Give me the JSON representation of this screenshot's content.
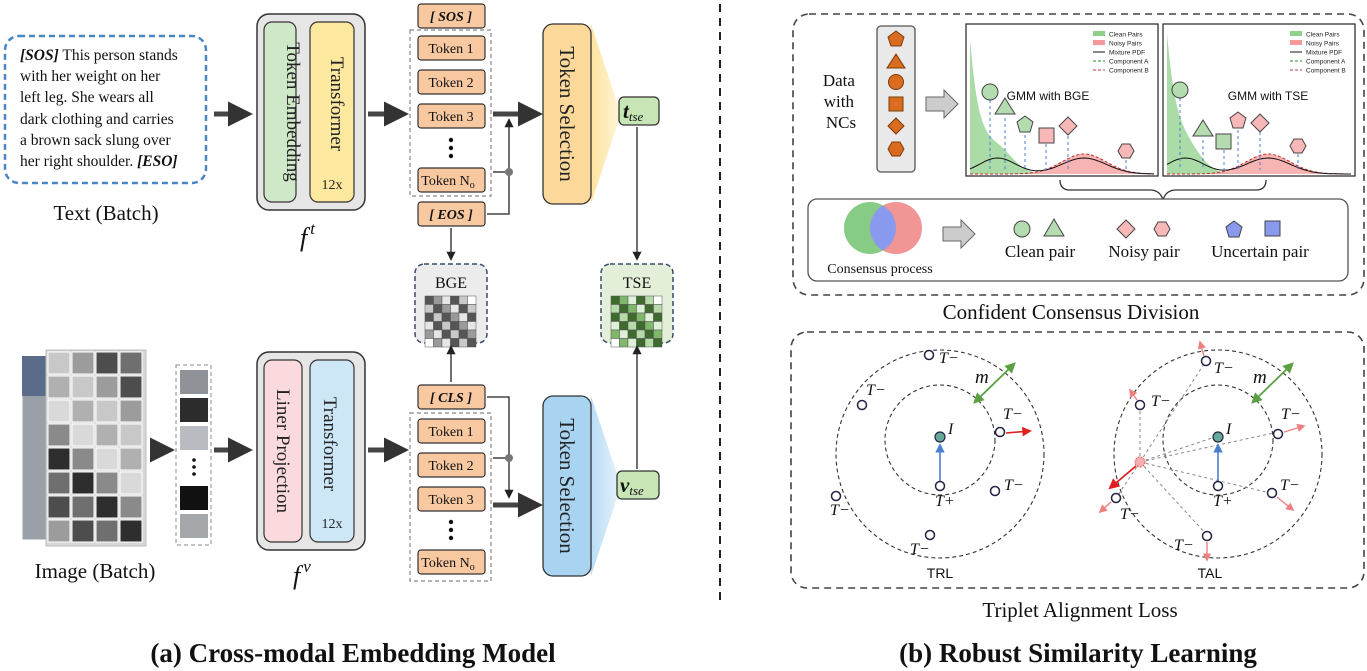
{
  "panel_a": {
    "title": "(a) Cross-modal Embedding Model",
    "text_input": {
      "lines": [
        {
          "parts": [
            {
              "t": "[SOS]",
              "b": true
            },
            {
              "t": " This person stands"
            }
          ]
        },
        {
          "parts": [
            {
              "t": "with her weight on her"
            }
          ]
        },
        {
          "parts": [
            {
              "t": "left leg.  She wears all"
            }
          ]
        },
        {
          "parts": [
            {
              "t": "dark clothing and carries"
            }
          ]
        },
        {
          "parts": [
            {
              "t": "a brown sack slung over"
            }
          ]
        },
        {
          "parts": [
            {
              "t": "her right shoulder. "
            },
            {
              "t": "[ESO]",
              "b": true
            }
          ]
        }
      ],
      "caption": "Text (Batch)"
    },
    "image_input_caption": "Image (Batch)",
    "text_encoder": {
      "embedding": "Token Embedding",
      "transformer": "Transformer",
      "layers": "12x",
      "symbol": "f",
      "sup": "t"
    },
    "image_encoder": {
      "projection": "Liner Projection",
      "transformer": "Transformer",
      "layers": "12x",
      "symbol": "f",
      "sup": "v"
    },
    "text_tokens": {
      "start": "[ SOS ]",
      "items": [
        "Token 1",
        "Token 2",
        "Token 3"
      ],
      "dots": "•\n•\n•",
      "last": "Token N",
      "last_sub": "o",
      "end": "[ EOS ]"
    },
    "image_tokens": {
      "start": "[ CLS ]",
      "items": [
        "Token 1",
        "Token 2",
        "Token 3"
      ],
      "last": "Token N",
      "last_sub": "o"
    },
    "token_selection_label": "Token  Selection",
    "t_tse": {
      "base": "t",
      "sub": "tse"
    },
    "v_tse": {
      "base": "v",
      "sub": "tse"
    },
    "bge_label": "BGE",
    "tse_label": "TSE"
  },
  "panel_b": {
    "title": "(b) Robust Similarity Learning",
    "ccd": {
      "section_title": "Confident Consensus Division",
      "data_label": [
        "Data",
        "with",
        "NCs"
      ],
      "gmm_bge": "GMM with BGE",
      "gmm_tse": "GMM with TSE",
      "legend": [
        "Clean Pairs",
        "Noisy Pairs",
        "Mixture PDF",
        "Component A",
        "Component B"
      ],
      "consensus_label": "Consensus process",
      "clean_pair": "Clean pair",
      "noisy_pair": "Noisy pair",
      "uncertain_pair": "Uncertain pair"
    },
    "tal": {
      "section_title": "Triplet Alignment Loss",
      "trl_label": "TRL",
      "tal_label": "TAL",
      "margin": "m",
      "anchor": "I",
      "negative": "T−",
      "positive": "T+"
    }
  },
  "colors": {
    "token_fill": "#f8c9a0",
    "token_stroke": "#c06a20",
    "yellow": "#fde8a0",
    "blue_sel": "#b7dcf5",
    "green_box": "#cfe8c8",
    "pink": "#fadadd",
    "light_blue": "#cde7f7",
    "dash_blue": "#4a86c5",
    "clean": "#7fc97f",
    "noisy": "#f4a0a0",
    "uncertain": "#8899ee",
    "orange": "#d96c1e"
  }
}
